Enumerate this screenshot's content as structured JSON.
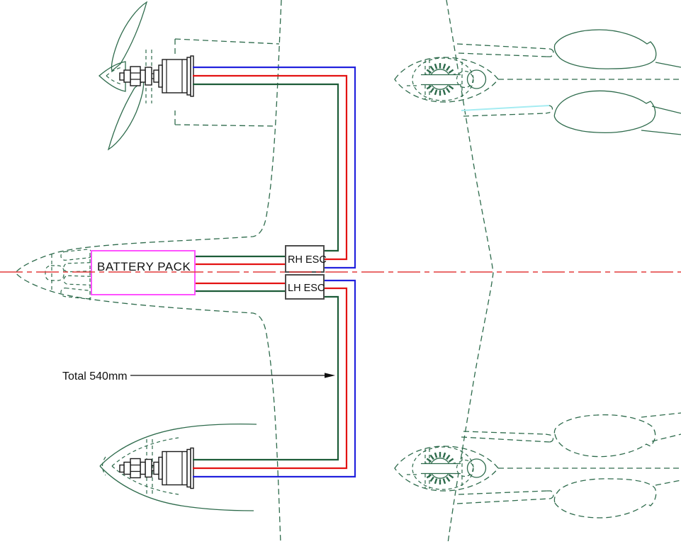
{
  "drawing": {
    "type": "CAD wiring diagram, twin-motor model aircraft plan and front views",
    "battery_label": "BATTERY PACK",
    "rh_esc_label": "RH ESC",
    "lh_esc_label": "LH ESC",
    "dimension_label": "Total 540mm",
    "dimension_value_mm": 540,
    "colors": {
      "wire_red": "#e31212",
      "wire_blue": "#2222dd",
      "wire_green": "#1d5c38",
      "battery_outline_magenta": "#ff52ff",
      "esc_outline_gray": "#4d4d4d",
      "airframe_outline_green": "#2e6b4c",
      "centerline_red": "#e43b3b",
      "highlight_cyan": "#a5ecf2",
      "hardware_black": "#1a1a1a"
    }
  }
}
